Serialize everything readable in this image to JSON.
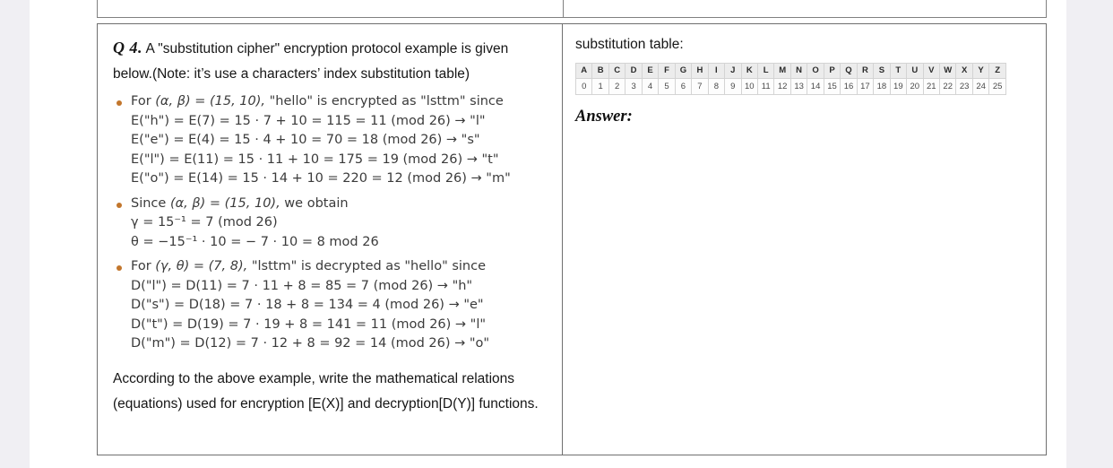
{
  "question": {
    "label": "Q 4.",
    "intro": " A \"substitution cipher\" encryption protocol example is given below.(Note: it’s use a characters’ index substitution table)",
    "bullets": [
      {
        "lead_plain_1": "For ",
        "lead_math": "(α, β) = (15, 10),",
        "lead_plain_2": " \"hello\" is encrypted as \"lsttm\" since",
        "lines": [
          "E(\"h\") = E(7) = 15 · 7 + 10 = 115 = 11 (mod 26) → \"l\"",
          "E(\"e\") = E(4) = 15 · 4 + 10 = 70 = 18 (mod 26) → \"s\"",
          "E(\"l\") = E(11) = 15 · 11 + 10 = 175 = 19 (mod 26) → \"t\"",
          "E(\"o\") = E(14) = 15 · 14 + 10 = 220 = 12 (mod 26) → \"m\""
        ]
      },
      {
        "lead_plain_1": "Since ",
        "lead_math": "(α, β) = (15, 10),",
        "lead_plain_2": " we obtain",
        "lines": [
          "γ = 15⁻¹  =  7 (mod 26)",
          "θ = −15⁻¹ · 10  =  − 7 · 10  =  8 mod 26"
        ]
      },
      {
        "lead_plain_1": "For ",
        "lead_math": "(γ, θ) = (7, 8),",
        "lead_plain_2": " \"lsttm\" is decrypted as \"hello\" since",
        "lines": [
          "D(\"l\") = D(11) = 7 · 11 + 8 = 85 = 7 (mod 26) → \"h\"",
          "D(\"s\") = D(18) = 7 · 18 + 8 = 134 = 4 (mod 26) → \"e\"",
          "D(\"t\") = D(19) = 7 · 19 + 8 = 141 = 11 (mod 26) → \"l\"",
          "D(\"m\") = D(12) = 7 · 12 + 8 = 92 = 14 (mod 26) → \"o\""
        ]
      }
    ],
    "closing": "According to the above example, write the mathematical relations (equations) used for encryption [E(X)] and decryption[D(Y)] functions."
  },
  "right": {
    "table_caption": "substitution table:",
    "answer_label": "Answer:",
    "substitution_table": {
      "letters": [
        "A",
        "B",
        "C",
        "D",
        "E",
        "F",
        "G",
        "H",
        "I",
        "J",
        "K",
        "L",
        "M",
        "N",
        "O",
        "P",
        "Q",
        "R",
        "S",
        "T",
        "U",
        "V",
        "W",
        "X",
        "Y",
        "Z"
      ],
      "indices": [
        "0",
        "1",
        "2",
        "3",
        "4",
        "5",
        "6",
        "7",
        "8",
        "9",
        "10",
        "11",
        "12",
        "13",
        "14",
        "15",
        "16",
        "17",
        "18",
        "19",
        "20",
        "21",
        "22",
        "23",
        "24",
        "25"
      ]
    }
  },
  "colors": {
    "bullet": "#c2762c",
    "math_text": "#3b3b3b",
    "border": "#6f6f6f",
    "table_header_bg": "#ececec"
  }
}
